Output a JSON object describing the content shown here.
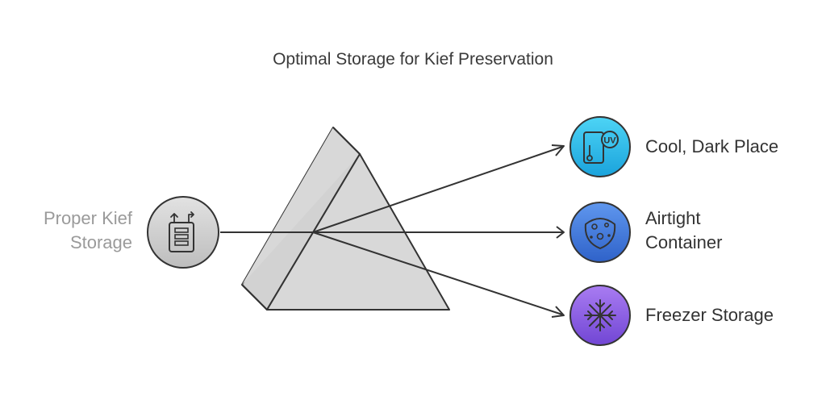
{
  "title": "Optimal Storage for Kief Preservation",
  "input": {
    "label_line1": "Proper Kief",
    "label_line2": "Storage",
    "icon": "battery-storage-icon"
  },
  "outputs": [
    {
      "label_line1": "Cool, Dark Place",
      "label_line2": "",
      "icon": "uv-phone-icon",
      "color": "#29b6e8"
    },
    {
      "label_line1": "Airtight",
      "label_line2": "Container",
      "icon": "cookie-container-icon",
      "color": "#3f78d8"
    },
    {
      "label_line1": "Freezer Storage",
      "label_line2": "",
      "icon": "snowflake-icon",
      "color": "#8a5ce0"
    }
  ]
}
